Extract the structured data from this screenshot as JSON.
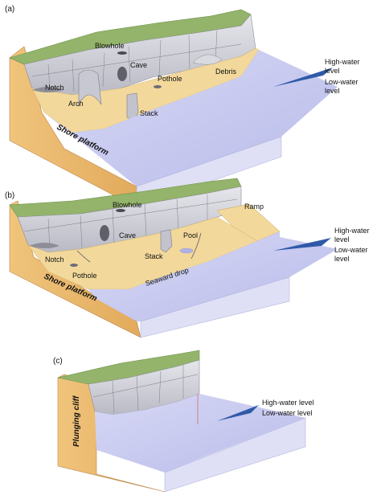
{
  "panels": [
    {
      "letter": "(a)",
      "labels": {
        "blowhole": "Blowhole",
        "cave": "Cave",
        "notch": "Notch",
        "pothole": "Pothole",
        "debris": "Debris",
        "arch": "Arch",
        "stack": "Stack",
        "shore_platform": "Shore platform",
        "high_water_1": "High-water",
        "high_water_2": "level",
        "low_water_1": "Low-water",
        "low_water_2": "level"
      }
    },
    {
      "letter": "(b)",
      "labels": {
        "blowhole": "Blowhole",
        "ramp": "Ramp",
        "cave": "Cave",
        "pool": "Pool",
        "notch": "Notch",
        "stack": "Stack",
        "pothole": "Pothole",
        "shore_platform": "Shore platform",
        "seaward_drop": "Seaward drop",
        "high_water_1": "High-water",
        "high_water_2": "level",
        "low_water_1": "Low-water",
        "low_water_2": "level"
      }
    },
    {
      "letter": "(c)",
      "labels": {
        "plunging_cliff": "Plunging cliff",
        "high_water": "High-water level",
        "low_water": "Low-water level"
      }
    }
  ],
  "colors": {
    "land": "#e8b86d",
    "sand": "#f2d89b",
    "grass": "#93b46a",
    "cliff": "#d4d4dc",
    "sea": "#c9cbef",
    "sea_side": "#dfe0f5",
    "arrow": "#2f5aa8"
  }
}
